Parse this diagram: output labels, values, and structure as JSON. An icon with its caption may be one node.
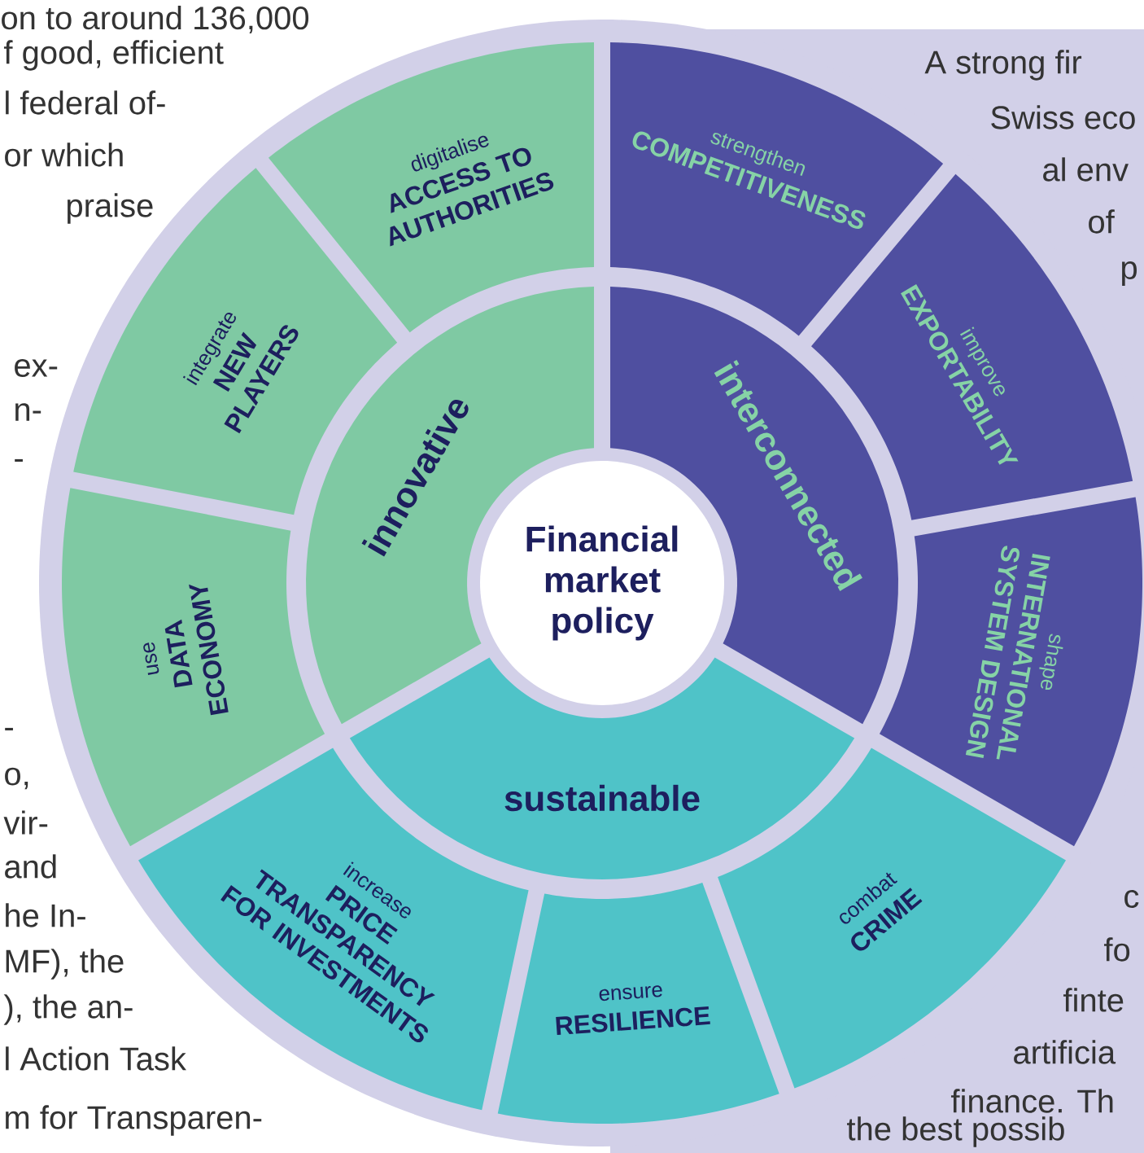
{
  "diagram": {
    "nodes": [
      {
        "text": [
          "Financial market policy"
        ]
      },
      {
        "text": [
          "innovative"
        ]
      },
      {
        "text": [
          "interconnected"
        ]
      },
      {
        "text": [
          "sustainable"
        ]
      },
      {
        "text": [
          "digitalise",
          "ACCESS TO AUTHORITIES"
        ]
      },
      {
        "text": [
          "strengthen",
          "COMPETITIVENESS"
        ]
      },
      {
        "text": [
          "improve",
          "EXPORTABILITY"
        ]
      },
      {
        "text": [
          "shape",
          "INTERNATIONAL SYSTEM DESIGN"
        ]
      },
      {
        "text": [
          "combat",
          "CRIME"
        ]
      },
      {
        "text": [
          "ensure",
          "RESILIENCE"
        ]
      },
      {
        "text": [
          "increase",
          "PRICE TRANSPARENCY FOR INVESTMENTS"
        ]
      },
      {
        "text": [
          "use",
          "DATA ECONOMY"
        ]
      },
      {
        "text": [
          "integrate",
          "NEW PLAYERS"
        ]
      }
    ],
    "labels": [
      "on to around 136,000",
      "f good, efficient",
      "l federal of-",
      "or which",
      "praise",
      "ex-",
      "n-",
      "-",
      "-",
      "o,",
      "vir-",
      "and",
      "he In-",
      "MF), the",
      "), the an-",
      "l Action Task",
      "m for Transparen-",
      "A strong fir",
      "Swiss eco",
      "al env",
      "of",
      "p",
      "c",
      "fo",
      "finte",
      "artificia",
      "finance. Th",
      "the best possib"
    ]
  }
}
